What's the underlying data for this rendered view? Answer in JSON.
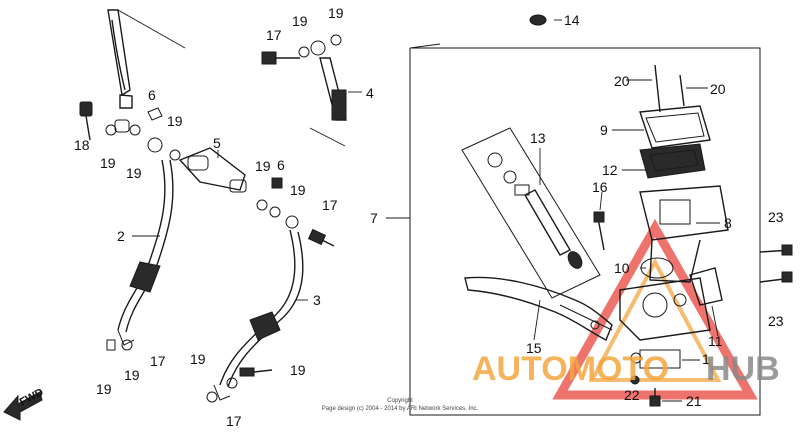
{
  "labels": {
    "l1": "1",
    "l2": "2",
    "l3": "3",
    "l4": "4",
    "l5": "5",
    "l6a": "6",
    "l6b": "6",
    "l7": "7",
    "l8": "8",
    "l9": "9",
    "l10": "10",
    "l11": "11",
    "l12": "12",
    "l13": "13",
    "l14": "14",
    "l15": "15",
    "l16": "16",
    "l17a": "17",
    "l17b": "17",
    "l17c": "17",
    "l17d": "17",
    "l18": "18",
    "l19a": "19",
    "l19b": "19",
    "l19c": "19",
    "l19d": "19",
    "l19e": "19",
    "l19f": "19",
    "l19g": "19",
    "l19h": "19",
    "l19i": "19",
    "l19j": "19",
    "l19k": "19",
    "l20a": "20",
    "l20b": "20",
    "l21": "21",
    "l22": "22",
    "l23a": "23",
    "l23b": "23"
  },
  "fwd_label": "FWD",
  "copyright": {
    "line1": "Copyright",
    "line2": "Page design (c) 2004 - 2014 by ARI Network Services, Inc."
  },
  "watermark": {
    "part1": "AUTOMOTO",
    "part2": "HUB",
    "color_red": "#e8453c",
    "color_orange": "#f4a640",
    "color_gray": "#8a8a8a"
  }
}
